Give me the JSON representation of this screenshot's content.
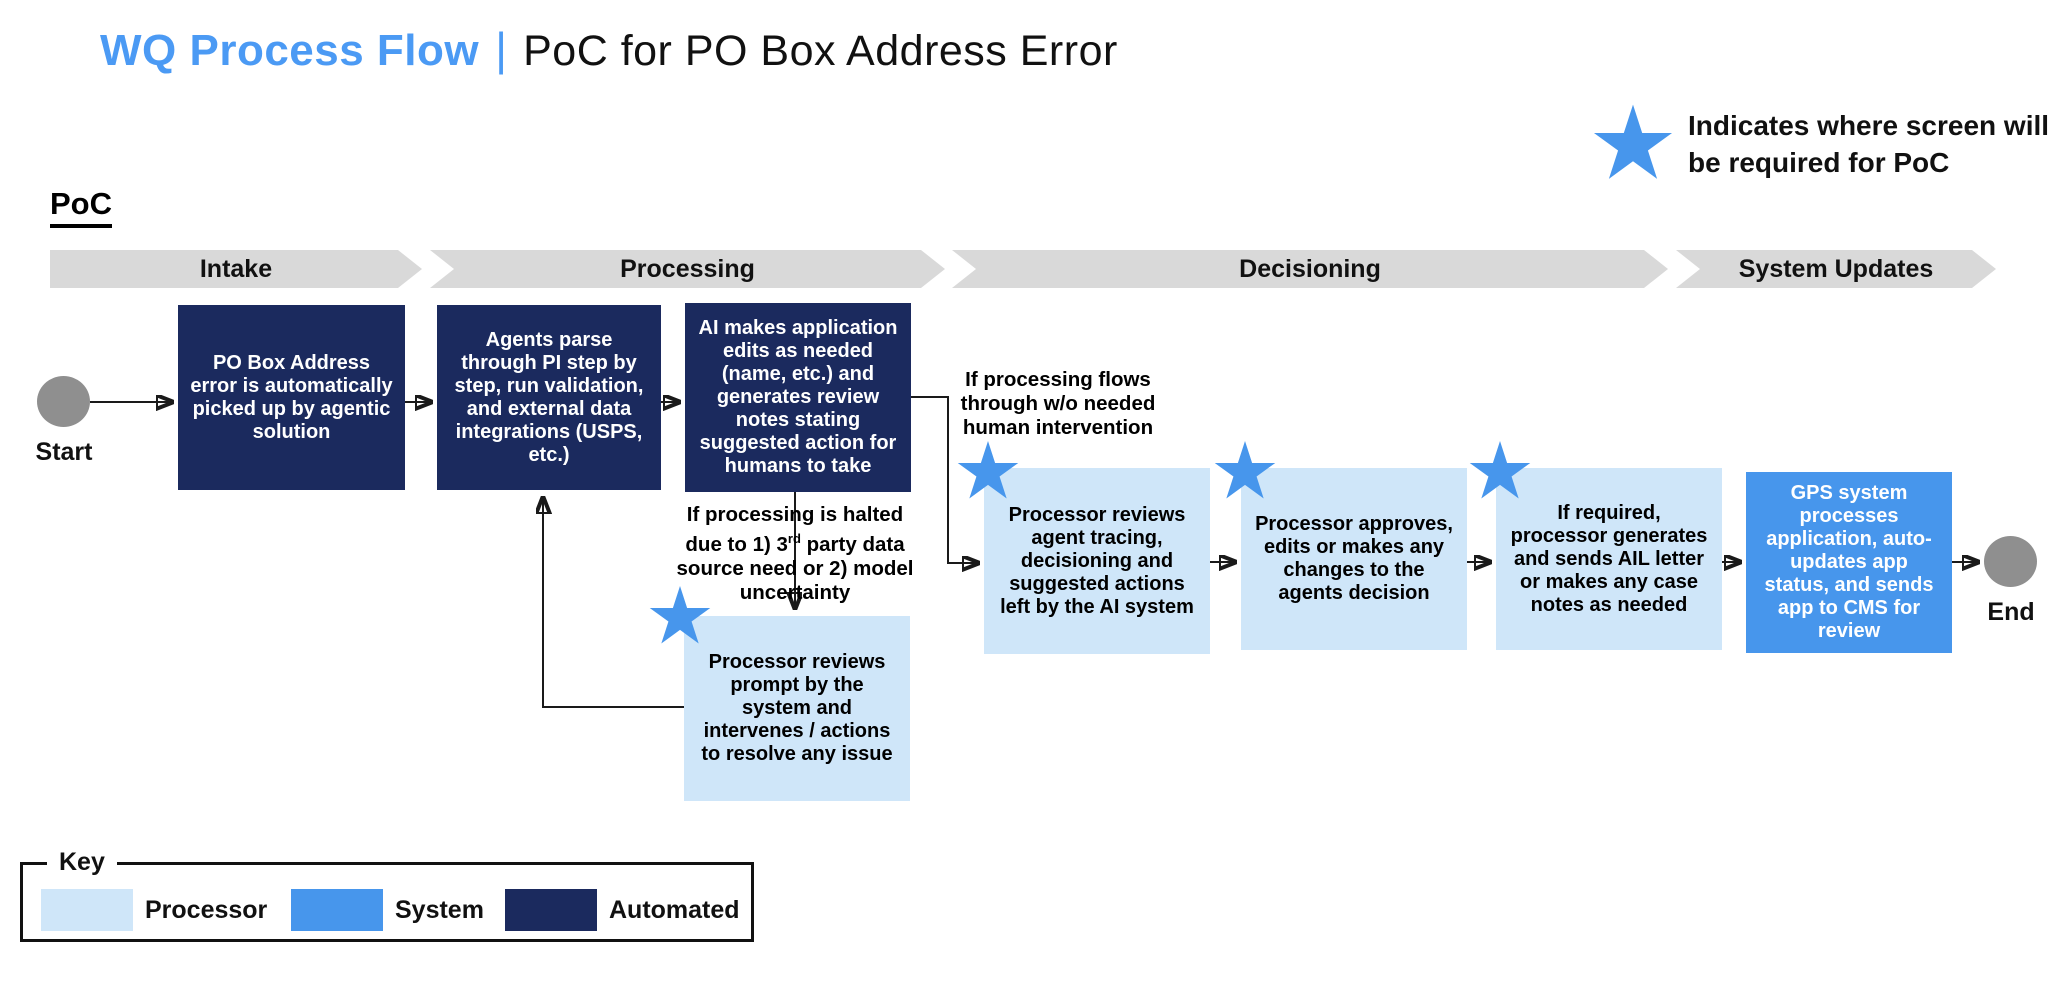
{
  "title": {
    "brand": "WQ Process Flow",
    "separator": "|",
    "subtitle": "PoC for PO Box Address Error"
  },
  "legend_note": {
    "icon": "star-icon",
    "text": "Indicates where screen will be required for PoC"
  },
  "section_label": "PoC",
  "phases": [
    {
      "label": "Intake"
    },
    {
      "label": "Processing"
    },
    {
      "label": "Decisioning"
    },
    {
      "label": "System Updates"
    }
  ],
  "flow": {
    "start_label": "Start",
    "end_label": "End",
    "boxes": [
      {
        "type": "automated",
        "star": false,
        "text": "PO Box Address error is automatically picked up by agentic solution"
      },
      {
        "type": "automated",
        "star": false,
        "text": "Agents parse through PI step by step, run validation, and external data integrations (USPS, etc.)"
      },
      {
        "type": "automated",
        "star": false,
        "text": "AI makes application edits as needed (name, etc.) and generates review notes stating suggested action for humans to take"
      },
      {
        "type": "processor",
        "star": true,
        "text": "Processor reviews agent tracing, decisioning and suggested actions left by the AI system"
      },
      {
        "type": "processor",
        "star": true,
        "text": "Processor approves, edits or makes any changes to the agents decision"
      },
      {
        "type": "processor",
        "star": true,
        "text": "If required, processor generates and sends AIL letter or makes any case notes as needed"
      },
      {
        "type": "system",
        "star": false,
        "text": "GPS system processes application, auto-updates app status, and sends app to CMS for review"
      },
      {
        "type": "processor",
        "star": true,
        "text": "Processor reviews prompt by the system and intervenes / actions to resolve any issue"
      }
    ],
    "branch_no_intervention": "If processing flows through w/o needed human intervention",
    "branch_halted": {
      "pre": "If processing is halted due to 1) 3",
      "sup": "rd",
      "post": " party data source need or 2) model uncertainty"
    }
  },
  "key": {
    "title": "Key",
    "items": [
      {
        "label": "Processor",
        "color": "#CFE6F9"
      },
      {
        "label": "System",
        "color": "#4796EC"
      },
      {
        "label": "Automated",
        "color": "#1B2A5E"
      }
    ]
  },
  "colors": {
    "brand_blue": "#4B9AF4",
    "automated": "#1B2A5E",
    "processor": "#CFE6F9",
    "system": "#4796EC",
    "star": "#4796EC",
    "phase_gray": "#D9D9D9",
    "terminator_gray": "#8F8F8F"
  }
}
